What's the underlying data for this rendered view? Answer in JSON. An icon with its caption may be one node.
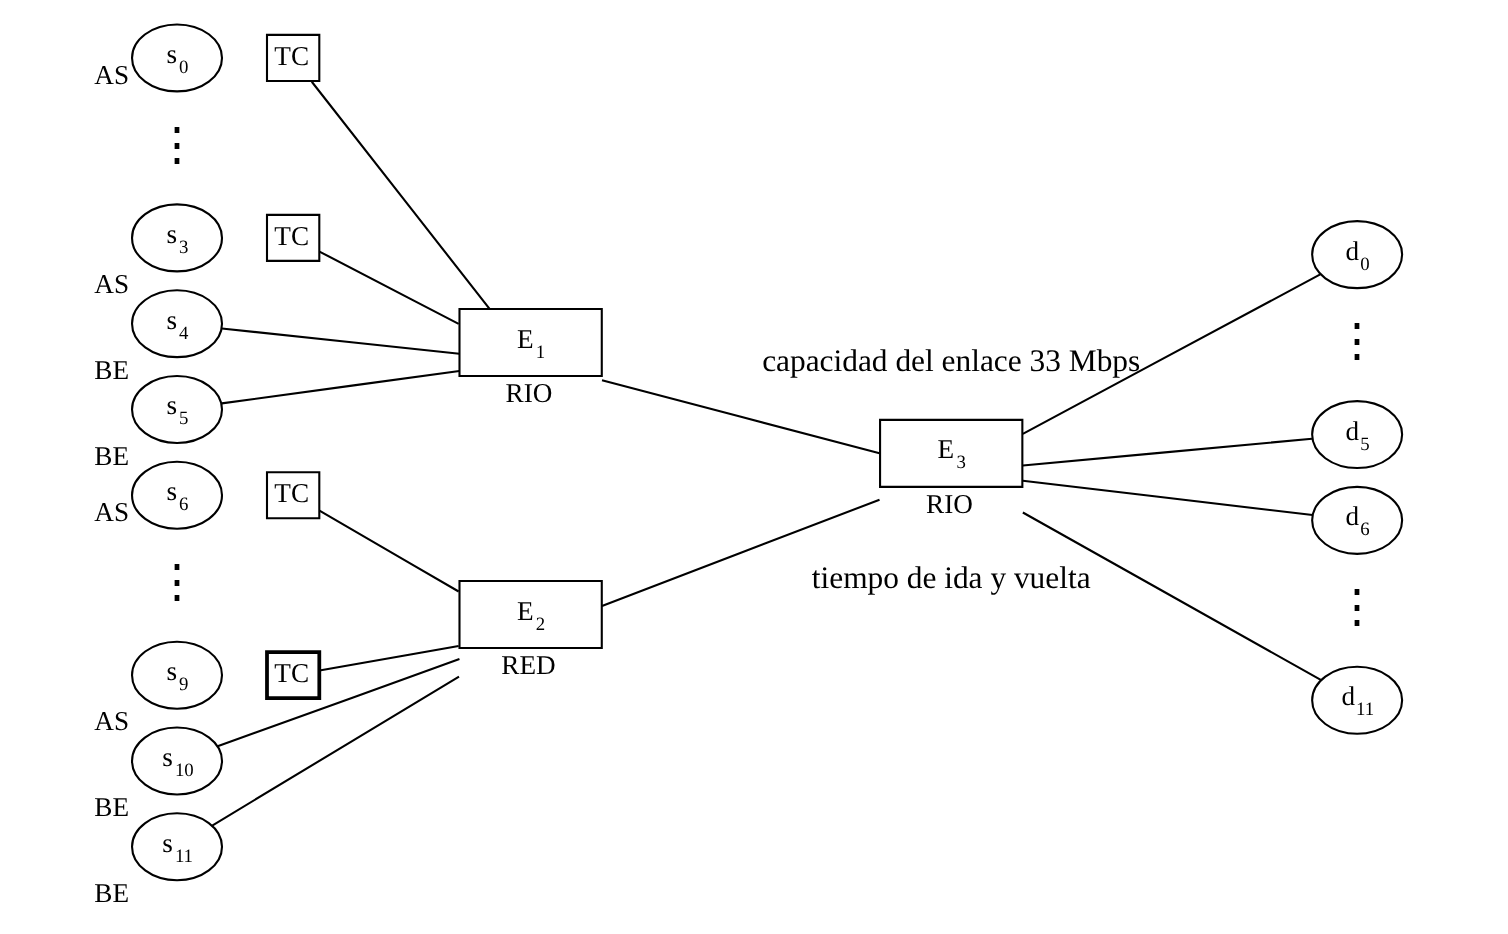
{
  "diagram": {
    "nodes": [
      {
        "text": [
          "s$_{0}$"
        ],
        "beside": [
          "AS"
        ]
      },
      {
        "text": [
          "TC"
        ]
      },
      {
        "text": [
          "s$_{3}$"
        ],
        "beside": [
          "AS"
        ]
      },
      {
        "text": [
          "TC"
        ]
      },
      {
        "text": [
          "s$_{4}$"
        ],
        "beside": [
          "BE"
        ]
      },
      {
        "text": [
          "s$_{5}$"
        ],
        "beside": [
          "BE"
        ]
      },
      {
        "text": [
          "s$_{6}$"
        ],
        "beside": [
          "AS"
        ]
      },
      {
        "text": [
          "TC"
        ]
      },
      {
        "text": [
          "s$_{9}$"
        ],
        "beside": [
          "AS"
        ]
      },
      {
        "text": [
          "TC"
        ]
      },
      {
        "text": [
          "s$_{10}$"
        ],
        "beside": [
          "BE"
        ]
      },
      {
        "text": [
          "s$_{11}$"
        ],
        "beside": [
          "BE"
        ]
      },
      {
        "text": [
          "E$_{1}$"
        ],
        "beside": [
          "RIO"
        ]
      },
      {
        "text": [
          "E$_{2}$"
        ],
        "beside": [
          "RED"
        ]
      },
      {
        "text": [
          "E$_{3}$"
        ],
        "beside": [
          "RIO"
        ]
      },
      {
        "text": [
          "d$_{0}$"
        ]
      },
      {
        "text": [
          "d$_{5}$"
        ]
      },
      {
        "text": [
          "d$_{6}$"
        ]
      },
      {
        "text": [
          "d$_{11}$"
        ]
      }
    ],
    "edges": [
      {
        "from": 1,
        "to": 12,
        "arrow": "none"
      },
      {
        "from": 3,
        "to": 12,
        "arrow": "none"
      },
      {
        "from": 4,
        "to": 12,
        "arrow": "none"
      },
      {
        "from": 5,
        "to": 12,
        "arrow": "none"
      },
      {
        "from": 7,
        "to": 13,
        "arrow": "none"
      },
      {
        "from": 9,
        "to": 13,
        "arrow": "none"
      },
      {
        "from": 10,
        "to": 13,
        "arrow": "none"
      },
      {
        "from": 11,
        "to": 13,
        "arrow": "none"
      },
      {
        "from": 12,
        "to": 14,
        "arrow": "none"
      },
      {
        "from": 13,
        "to": 14,
        "arrow": "none"
      },
      {
        "from": 14,
        "to": 15,
        "arrow": "none"
      },
      {
        "from": 14,
        "to": 16,
        "arrow": "none"
      },
      {
        "from": 14,
        "to": 17,
        "arrow": "none"
      },
      {
        "from": 14,
        "to": 18,
        "arrow": "none"
      }
    ],
    "labels": [
      "capacidad del enlace 33 Mbps",
      "⋮",
      "⋮",
      "⋮",
      "⋮",
      "tiempo de ida y vuelta"
    ]
  }
}
